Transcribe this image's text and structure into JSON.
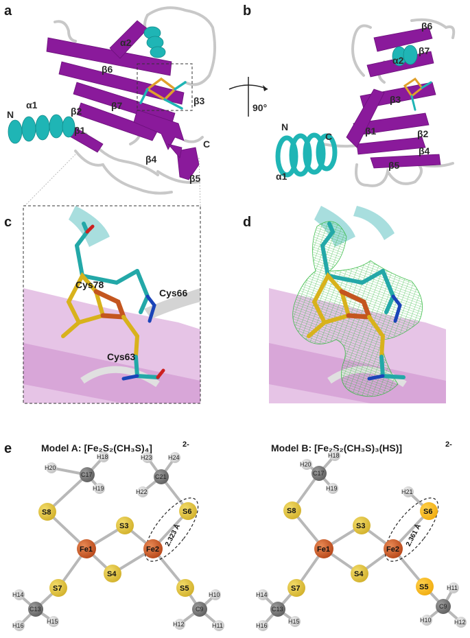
{
  "panels": {
    "a": "a",
    "b": "b",
    "c": "c",
    "d": "d",
    "e": "e"
  },
  "panel_a": {
    "labels": [
      "N",
      "α1",
      "α2",
      "β1",
      "β2",
      "β3",
      "β4",
      "β5",
      "β6",
      "β7",
      "C"
    ]
  },
  "panel_b": {
    "rotation_label": "90°",
    "labels": [
      "N",
      "C",
      "α1",
      "α2",
      "β1",
      "β2",
      "β3",
      "β4",
      "β5",
      "β6",
      "β7"
    ]
  },
  "panel_c": {
    "residues": [
      "Cys78",
      "Cys66",
      "Cys63"
    ]
  },
  "colors": {
    "helix": "#1fb5b5",
    "strand": "#8a1a9b",
    "coil": "#c8c8c8",
    "iron": "#c4561f",
    "sulfur": "#e0c23c",
    "carbon_model": "#7d7d7d",
    "hydrogen": "#d4d4d4",
    "density_mesh": "#2db83a"
  },
  "panel_e": {
    "model_a": {
      "title": "Model A: [Fe₂S₂(CH₃S)₄]",
      "charge": "2-",
      "distance": "2.323 Å",
      "atoms": {
        "Fe1": "Fe1",
        "Fe2": "Fe2",
        "S3": "S3",
        "S4": "S4",
        "S5": "S5",
        "S6": "S6",
        "S7": "S7",
        "S8": "S8",
        "C9": "C9",
        "C13": "C13",
        "C17": "C17",
        "C21": "C21",
        "H10": "H10",
        "H11": "H11",
        "H12": "H12",
        "H14": "H14",
        "H15": "H15",
        "H16": "H16",
        "H18": "H18",
        "H19": "H19",
        "H20": "H20",
        "H22": "H22",
        "H23": "H23",
        "H24": "H24"
      }
    },
    "model_b": {
      "title": "Model B:  [Fe₂S₂(CH₃S)₃(HS)]",
      "charge": "2-",
      "distance": "2.361 Å",
      "atoms": {
        "Fe1": "Fe1",
        "Fe2": "Fe2",
        "S3": "S3",
        "S4": "S4",
        "S5": "S5",
        "S6": "S6",
        "S7": "S7",
        "S8": "S8",
        "C9": "C9",
        "C13": "C13",
        "C17": "C17",
        "H10": "H10",
        "H11": "H11",
        "H12": "H12",
        "H14": "H14",
        "H15": "H15",
        "H16": "H16",
        "H18": "H18",
        "H19": "H19",
        "H20": "H20",
        "H21": "H21"
      }
    }
  }
}
